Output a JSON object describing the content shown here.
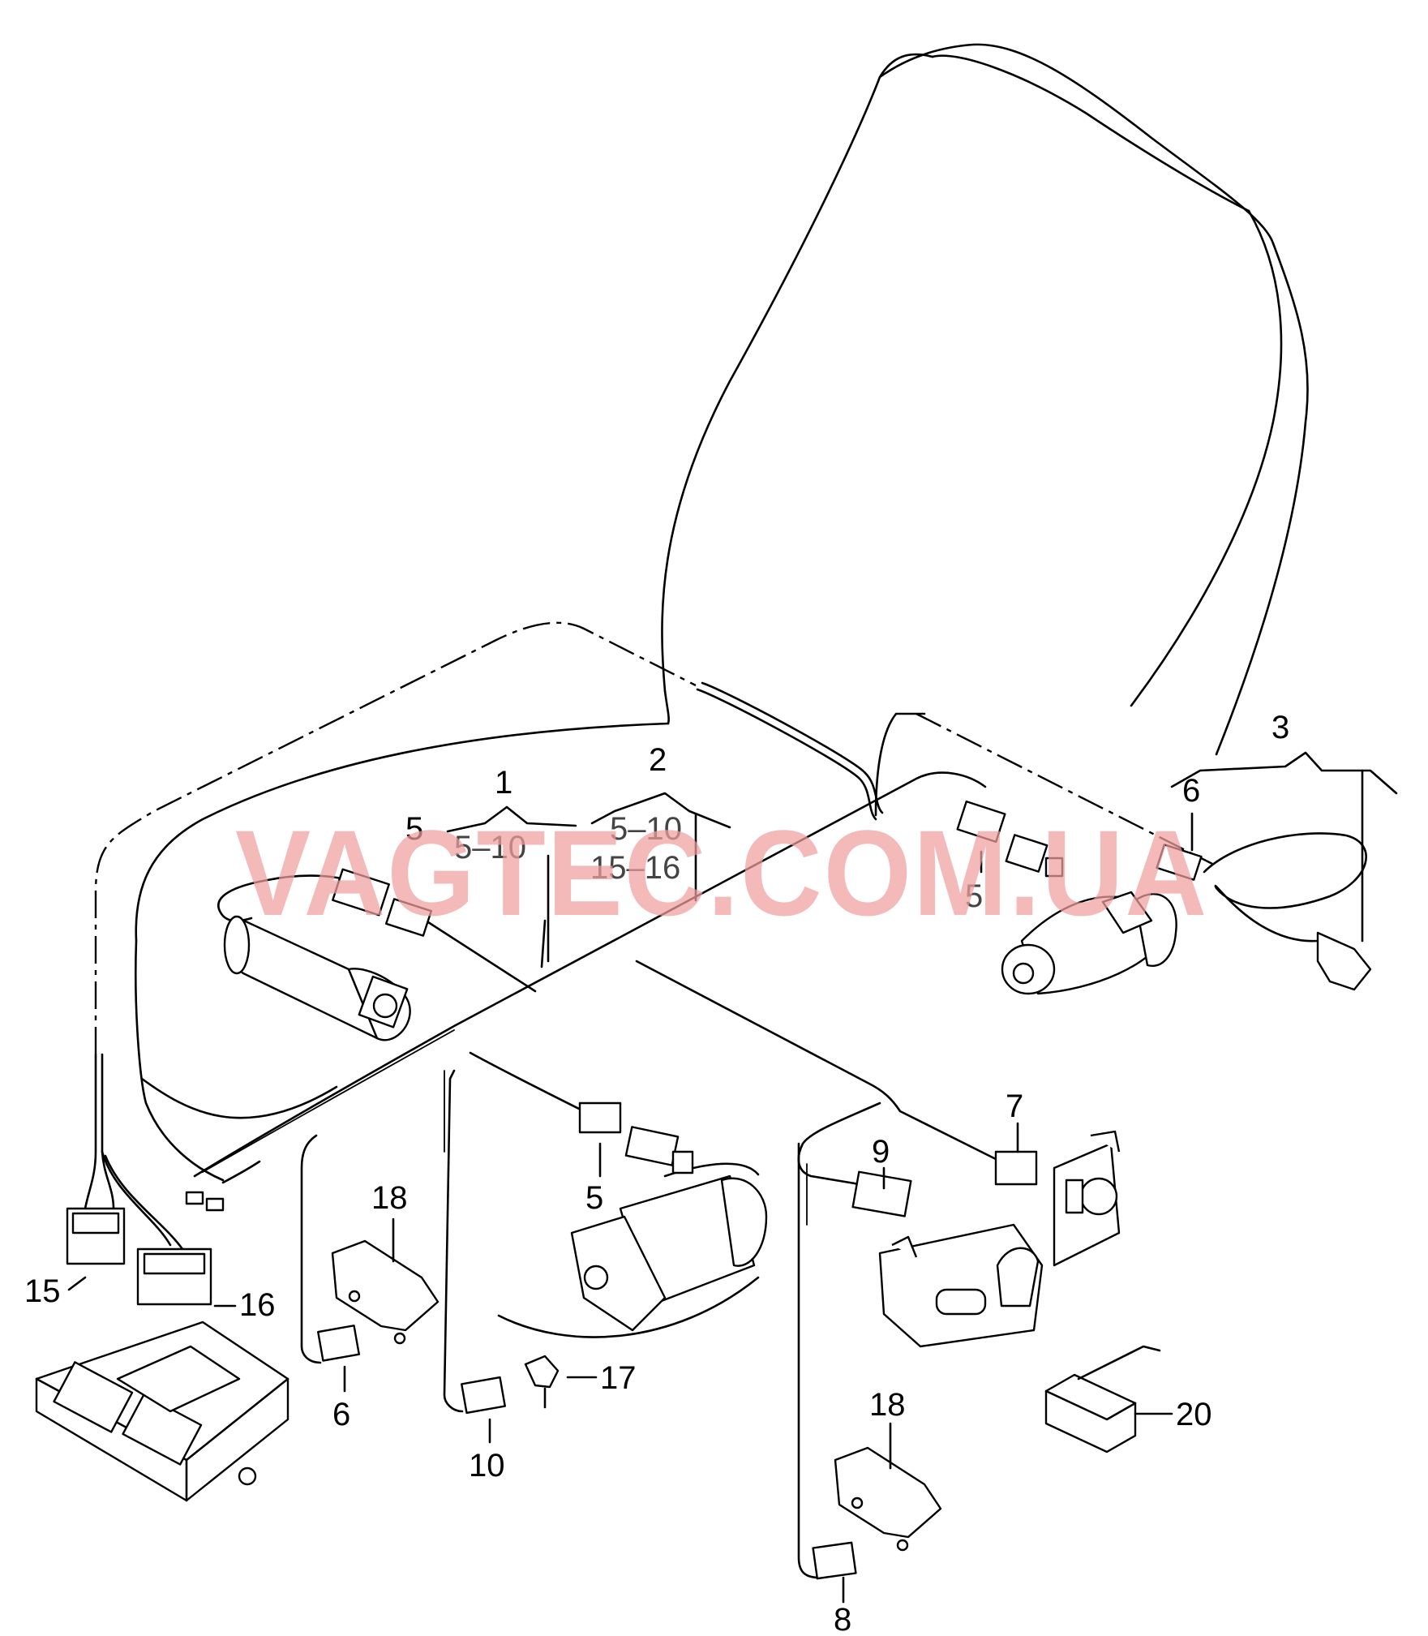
{
  "watermark": "VAGTEC.COM.UA",
  "callouts": {
    "c1": "1",
    "c2": "2",
    "c3": "3",
    "c1_5": "5",
    "c1_range": "5–10",
    "c2_range_a": "5–10",
    "c2_range_b": "15–16",
    "c3_6": "6",
    "c_5_right": "5",
    "c_5_mid": "5",
    "c_6_bottom": "6",
    "c_7": "7",
    "c_8": "8",
    "c_9": "9",
    "c_10": "10",
    "c_15": "15",
    "c_16": "16",
    "c_17": "17",
    "c_18_left": "18",
    "c_18_right": "18",
    "c_20": "20"
  }
}
